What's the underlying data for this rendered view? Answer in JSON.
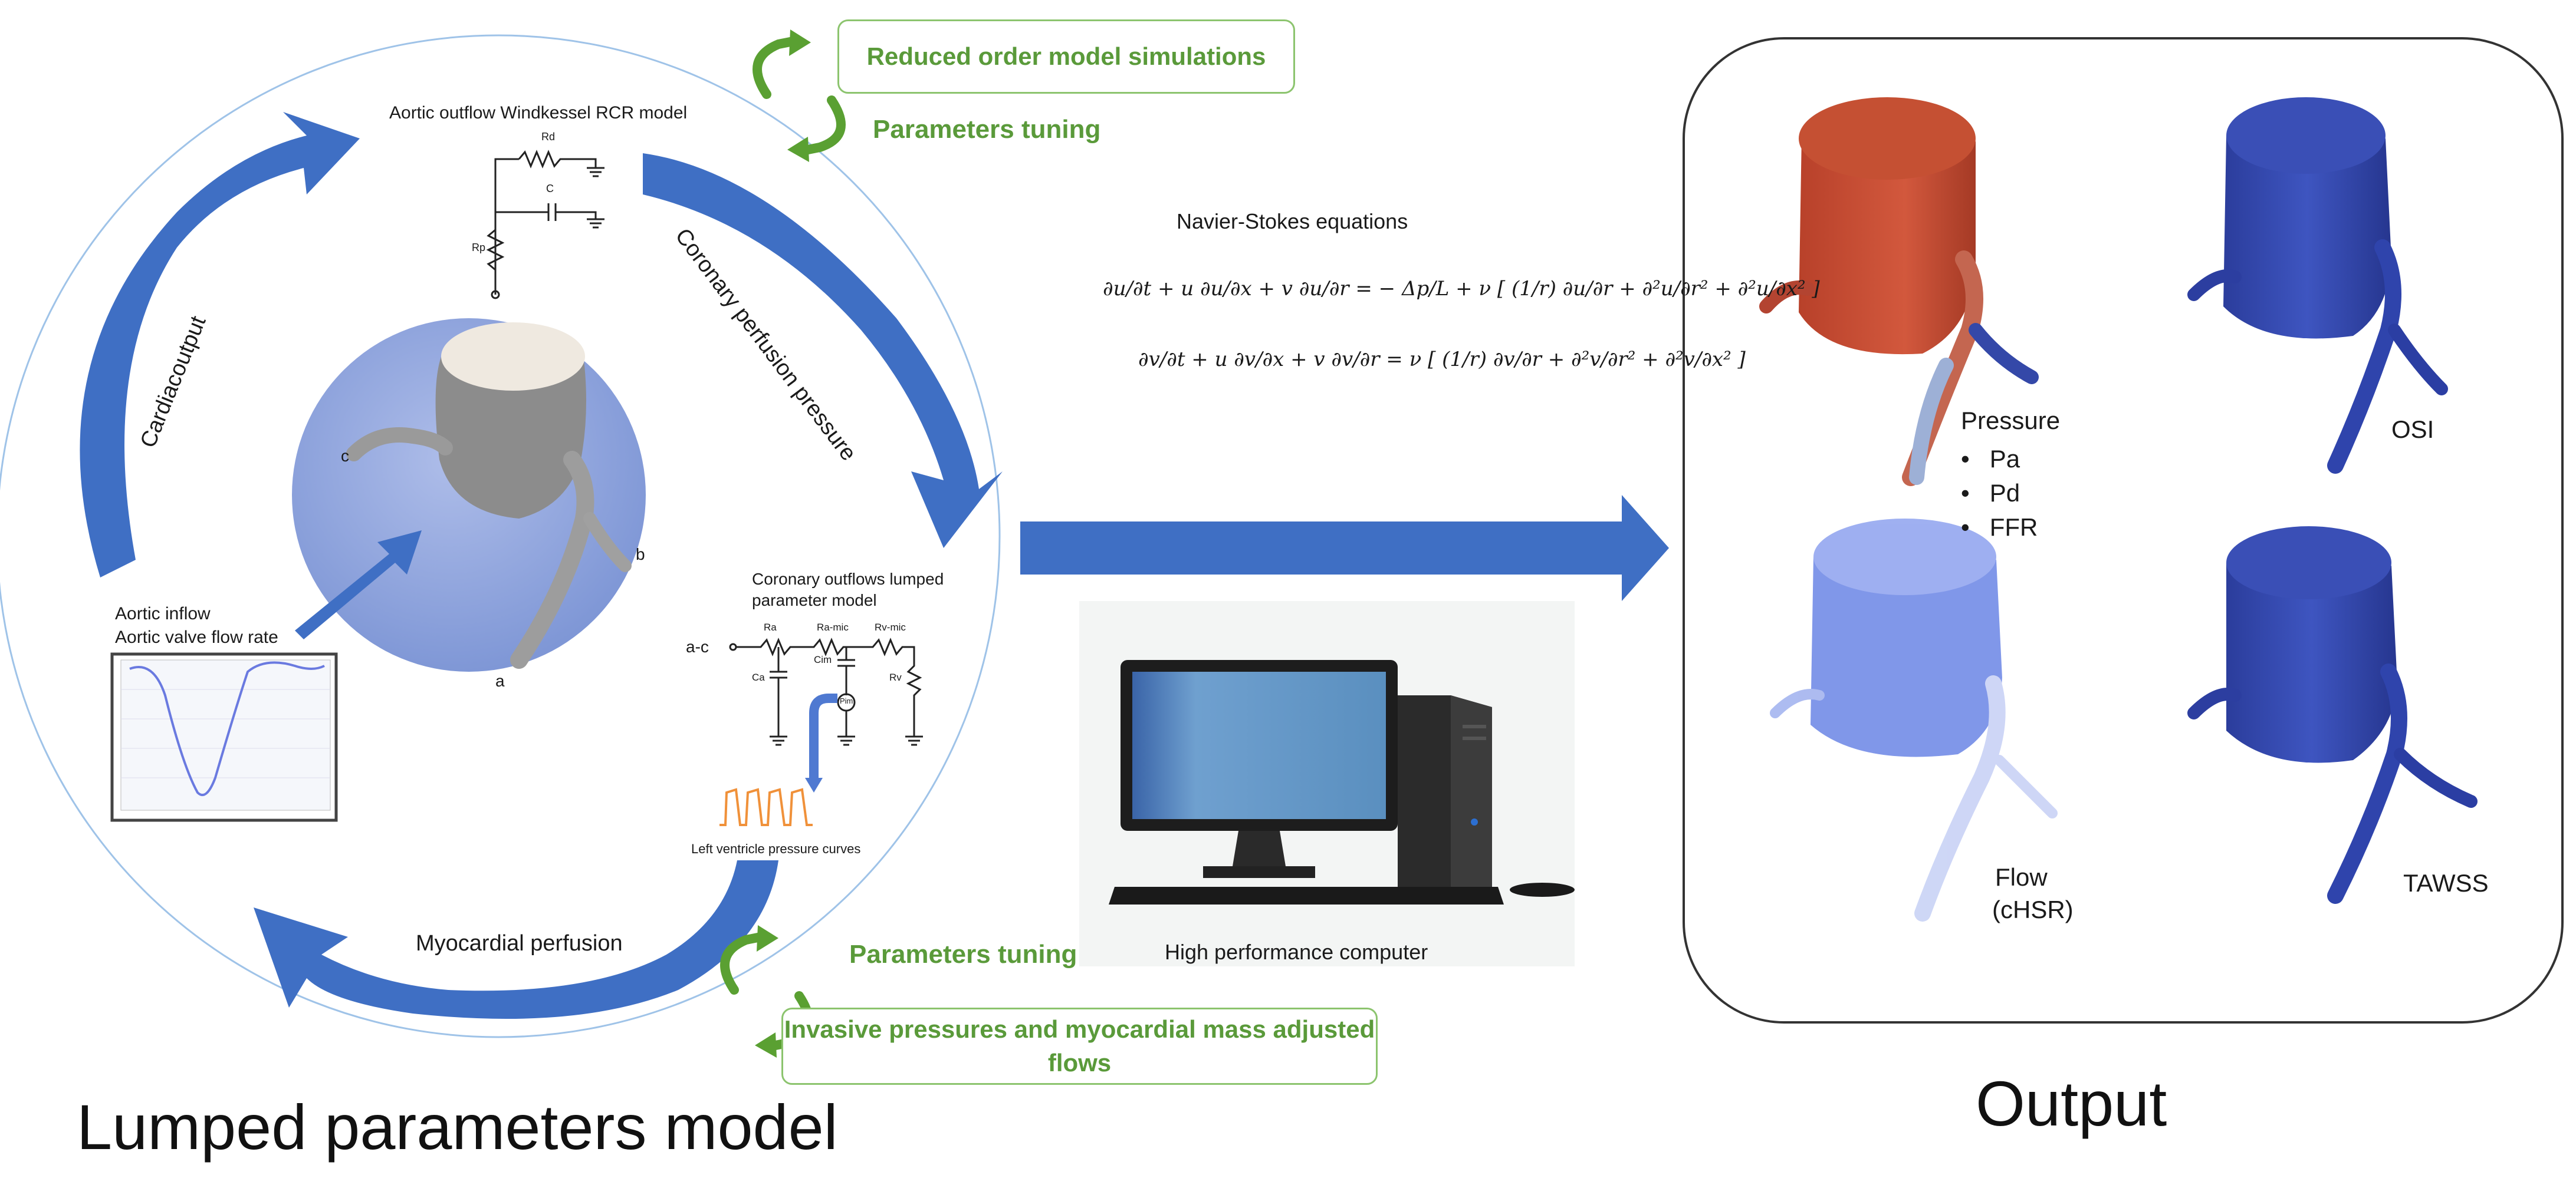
{
  "loop": {
    "rom_box": "Reduced order model simulations",
    "tuning_top": "Parameters tuning",
    "tuning_bottom": "Parameters tuning",
    "invasive_box": "Invasive pressures and myocardial mass adjusted flows",
    "aortic_rcr": "Aortic outflow Windkessel RCR model",
    "rcr_labels": {
      "rd": "Rd",
      "c": "C",
      "rp": "Rp"
    },
    "cardiac_output": "Cardiacoutput",
    "coronary_pressure": "Coronary perfusion pressure",
    "myocardial_perfusion": "Myocardial perfusion",
    "aortic_inflow": "Aortic inflow",
    "aortic_valve": "Aortic valve flow rate",
    "vessel_labels": {
      "a": "a",
      "b": "b",
      "c": "c"
    },
    "coronary_model": "Coronary outflows lumped parameter model",
    "coronary_labels": {
      "ac": "a-c",
      "ra": "Ra",
      "ramic": "Ra-mic",
      "rvmic": "Rv-mic",
      "ca": "Ca",
      "cim": "Cim",
      "rv": "Rv",
      "pim": "Pim"
    },
    "lv_curves": "Left ventricle pressure curves",
    "colors": {
      "arrow_blue": "#3f6fc4",
      "green": "#5a9a3a",
      "sphere": "#8fa6dc"
    }
  },
  "center": {
    "ns_title": "Navier-Stokes equations",
    "hpc_label": "High performance computer"
  },
  "output": {
    "pressure": "Pressure",
    "pressure_items": [
      "Pa",
      "Pd",
      "FFR"
    ],
    "osi": "OSI",
    "flow": "Flow",
    "flow_sub": "(cHSR)",
    "tawss": "TAWSS",
    "title": "Output"
  },
  "footer": {
    "lumped_title": "Lumped parameters model"
  }
}
